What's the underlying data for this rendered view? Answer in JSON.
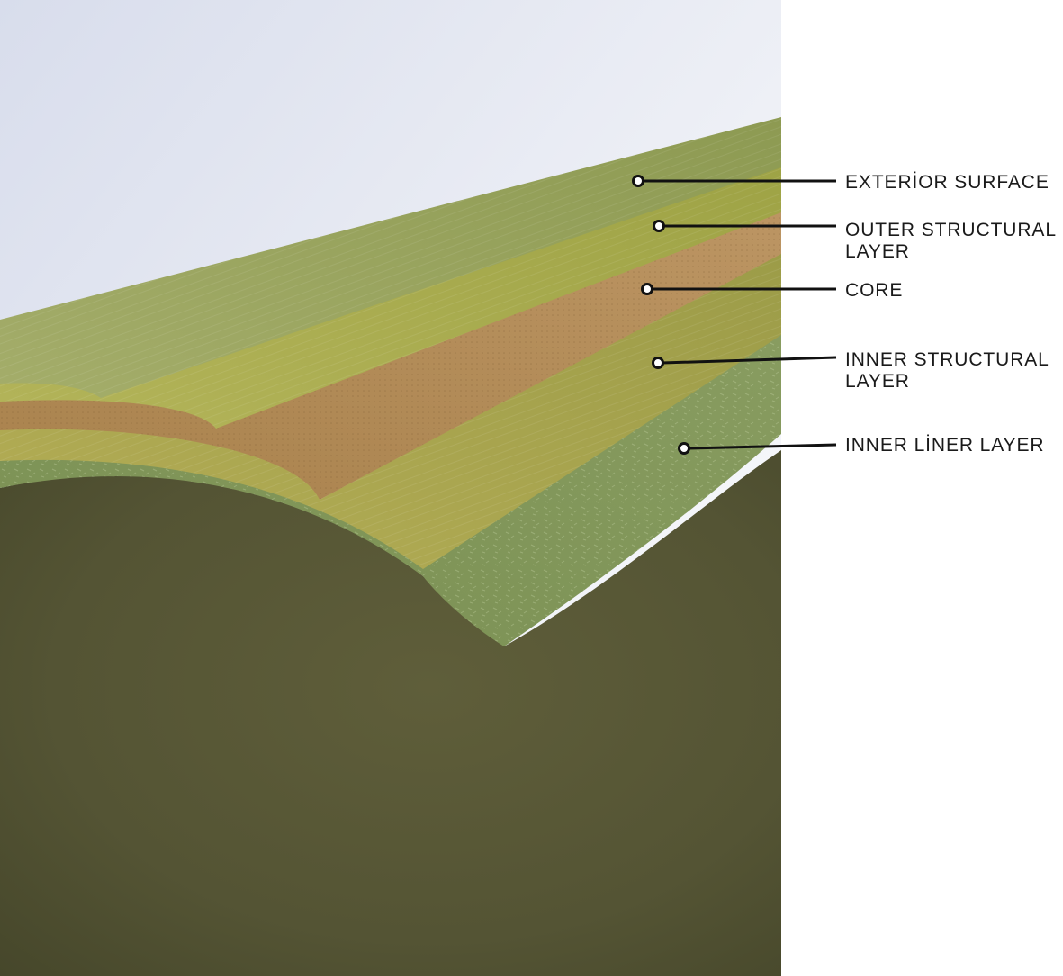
{
  "colors": {
    "sky_top": "#e4e8f3",
    "exterior_surface": "#98a35c",
    "outer_structural": "#a7aa4c",
    "core": "#b08a55",
    "inner_structural": "#a9a451",
    "inner_liner": "#7f9559",
    "pipe_interior": "#535333",
    "leader_line": "#111111"
  },
  "callouts": [
    {
      "id": "exterior-surface",
      "lines": [
        "EXTERİOR SURFACE"
      ]
    },
    {
      "id": "outer-structural-layer",
      "lines": [
        "OUTER STRUCTURAL",
        "LAYER"
      ]
    },
    {
      "id": "core",
      "lines": [
        "CORE"
      ]
    },
    {
      "id": "inner-structural-layer",
      "lines": [
        "INNER STRUCTURAL",
        "LAYER"
      ]
    },
    {
      "id": "inner-liner-layer",
      "lines": [
        "INNER LİNER LAYER"
      ]
    }
  ]
}
